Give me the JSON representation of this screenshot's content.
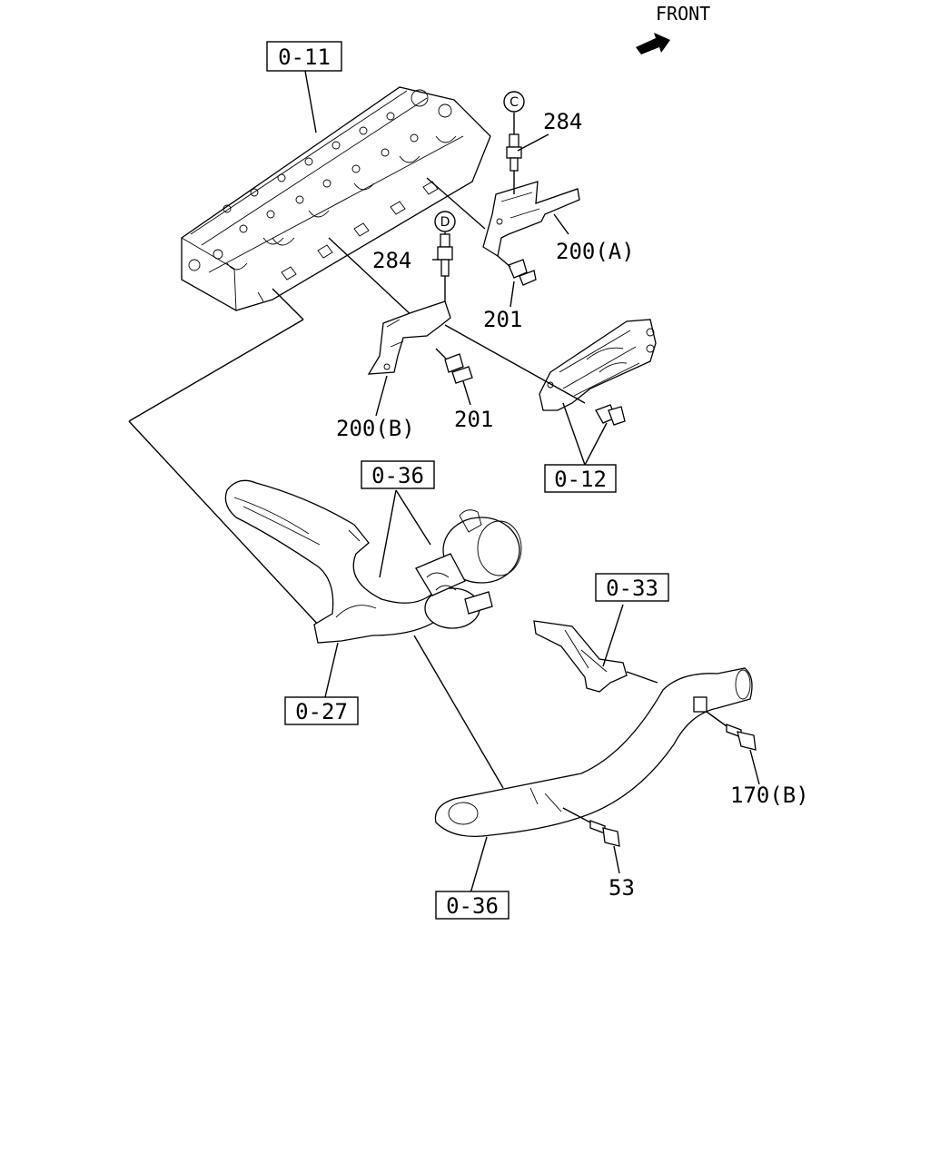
{
  "front_label": "FRONT",
  "refs": {
    "r0_11": "0-11",
    "r0_12": "0-12",
    "r0_36_top": "0-36",
    "r0_36_bottom": "0-36",
    "r0_27": "0-27",
    "r0_33": "0-33"
  },
  "parts": {
    "p284_c": "284",
    "p284_d": "284",
    "p200a": "200(A)",
    "p200b": "200(B)",
    "p201_a": "201",
    "p201_b": "201",
    "p170b": "170(B)",
    "p53": "53"
  },
  "markers": {
    "c": "C",
    "d": "D"
  }
}
